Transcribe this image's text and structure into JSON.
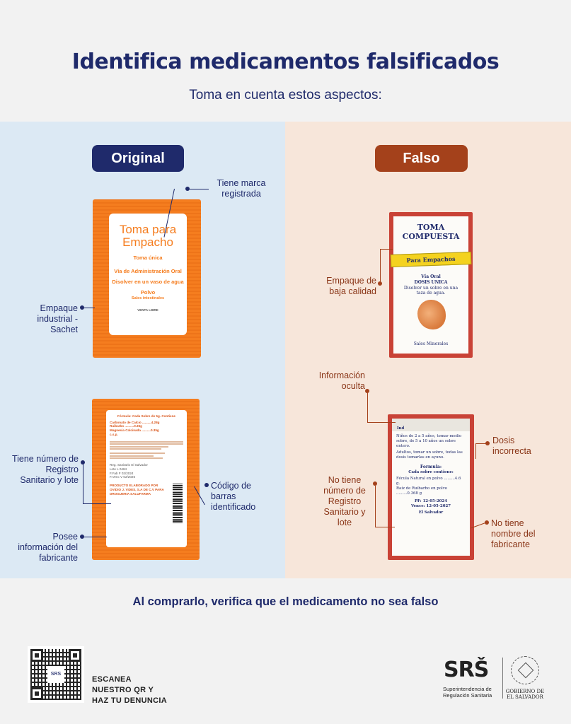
{
  "header": {
    "title": "Identifica medicamentos falsificados",
    "subtitle": "Toma en cuenta estos aspectos:"
  },
  "original": {
    "label": "Original",
    "front": {
      "brand_line1": "Toma para",
      "brand_line2": "Empacho",
      "line1": "Toma única",
      "line2": "Vía de Administración Oral",
      "line3": "Disolver en un vaso de agua",
      "line4": "Polvo",
      "line5": "Sales intestinales",
      "venta": "VENTA LIBRE"
    },
    "back": {
      "title": "Fórmula: Cada Sobre de 5g. Contiene",
      "ing1": "Carbonato de Calcio ..........4.28g",
      "ing2": "Ruibarbo ..........0.35g",
      "ing3": "Magnesia Calcinada ..........0.35g",
      "ing4": "c.s.p.",
      "reg": "Reg. Sanitario El Salvador",
      "lote": "Lote   L 0484",
      "fab": "F.Fab   F 02/2024",
      "ven": "F.Venc   V 02/2026",
      "maker": "PRODUCTO ELABORADO POR OVIDIO J. VIDES, S.A DE C.V PARA DROGUERIA SALUFARMA"
    },
    "annotations": {
      "marca": "Tiene marca registrada",
      "empaque": "Empaque industrial -Sachet",
      "registro": "Tiene número de Registro Sanitario y lote",
      "barras": "Código de barras identificado",
      "fabricante": "Posee información del fabricante"
    }
  },
  "falso": {
    "label": "Falso",
    "front": {
      "top1": "TOMA",
      "top2": "COMPUESTA",
      "band": "Para Empachos",
      "t1": "Vía Oral",
      "t2": "DOSIS UNICA",
      "t3": "Disolver un sobre en una taza de agua.",
      "bottom": "Sales Minerales"
    },
    "back": {
      "ind": "Ind",
      "dosis": "Niños de 2 a 5 años, tomar medio sobre, de 5 a 10 años un sobre entero.",
      "adultos": "Adultos, tomar un sobre, todas las dosis tomarlas en ayuno.",
      "formula": "Formula:",
      "cada": "Cada sobre contiene:",
      "i1": "Fécula Natural en polvo .........4.6 g.",
      "i2": "Raíz de Ruibarbo en polvo .........0.368 g",
      "pf": "PF: 12-05-2024",
      "vence": "Vence: 12-05-2027",
      "pais": "El Salvador"
    },
    "annotations": {
      "empaque": "Empaque de baja calidad",
      "oculta": "Información oculta",
      "dosis": "Dosis incorrecta",
      "registro": "No tiene número de Registro Sanitario y lote",
      "fabricante": "No tiene nombre del fabricante"
    }
  },
  "footer": {
    "verify": "Al comprarlo, verifica que el medicamento no sea falso",
    "qr_logo": "SRS",
    "scan1": "ESCANEA",
    "scan2": "NUESTRO QR Y",
    "scan3": "HAZ TU DENUNCIA",
    "srs": "SRŠ",
    "srs_sub1": "Superintendencia de",
    "srs_sub2": "Regulación Sanitaria",
    "gov1": "GOBIERNO DE",
    "gov2": "EL SALVADOR"
  },
  "colors": {
    "navy": "#1f2a6b",
    "rust": "#a4411b",
    "orange": "#f57d1f",
    "left_panel": "#dce9f4",
    "right_panel": "#f7e6da"
  }
}
